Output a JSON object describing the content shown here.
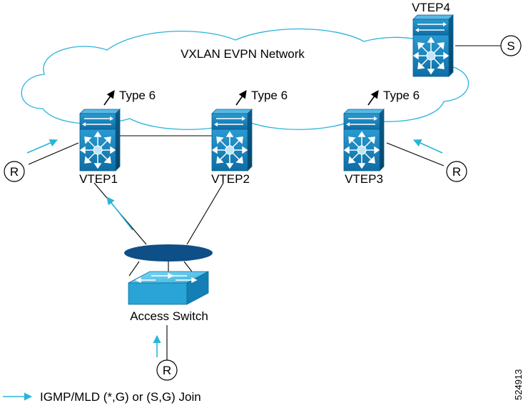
{
  "cloud_label": "VXLAN EVPN Network",
  "route_type_label": "Type 6",
  "vteps": [
    {
      "id": "vtep1",
      "label": "VTEP1"
    },
    {
      "id": "vtep2",
      "label": "VTEP2"
    },
    {
      "id": "vtep3",
      "label": "VTEP3"
    },
    {
      "id": "vtep4",
      "label": "VTEP4"
    }
  ],
  "access_switch_label": "Access Switch",
  "receiver_label": "R",
  "source_label": "S",
  "legend_text": "IGMP/MLD (*,G) or (S,G) Join",
  "figure_number": "524913",
  "colors": {
    "join_arrow": "#29b6d6",
    "switch_dark": "#0a5f8f",
    "switch_mid": "#1a86bf",
    "switch_light": "#5bc4e8",
    "vpc_ellipse": "#0d4f86"
  }
}
